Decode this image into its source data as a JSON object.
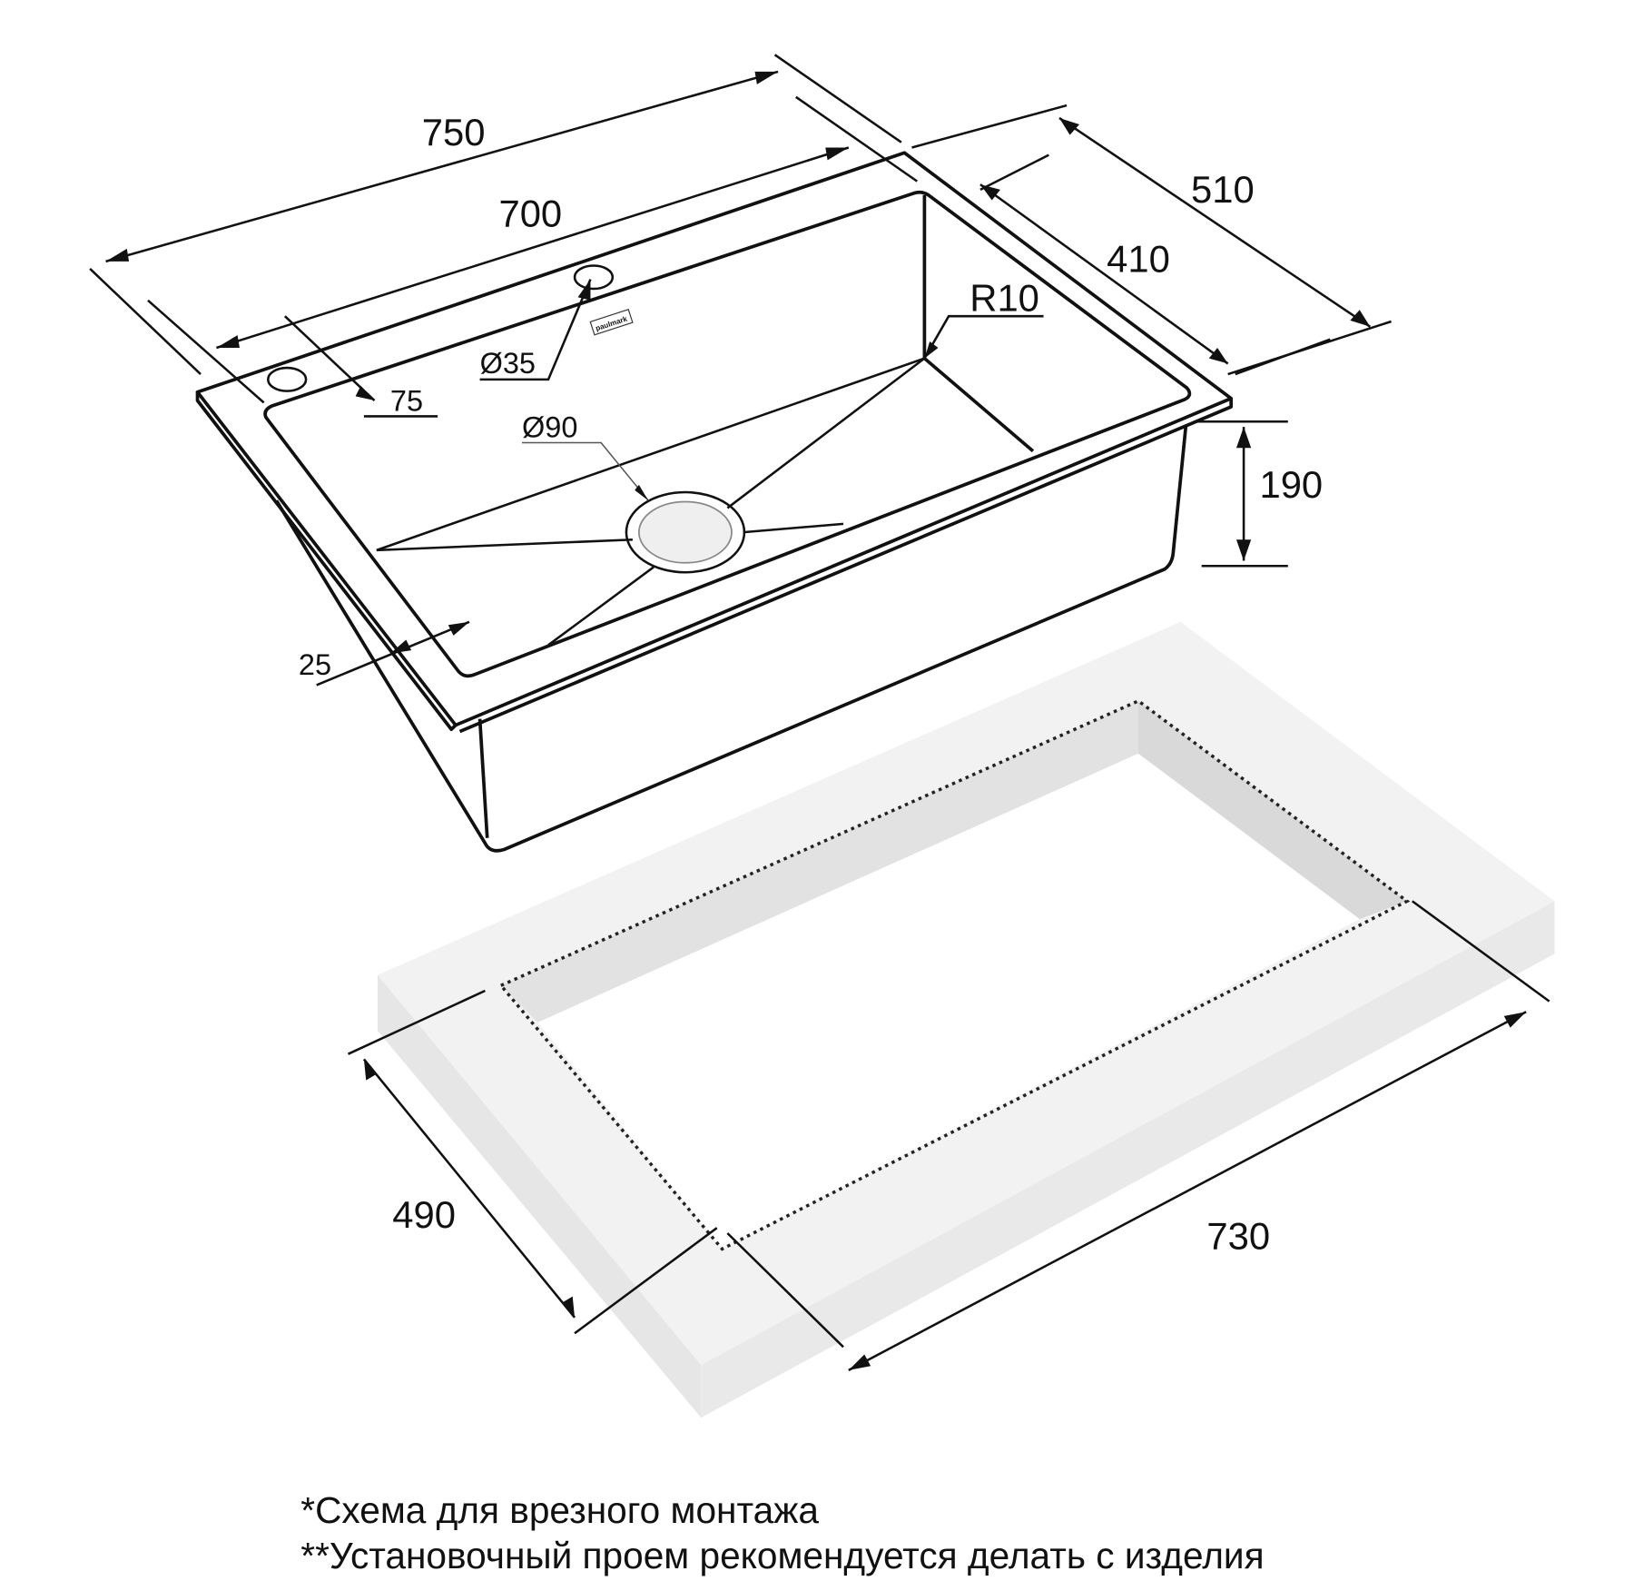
{
  "diagram": {
    "title": "Sink dimension drawing",
    "logo_text": "paulmark",
    "dimensions": {
      "overall_length": "750",
      "bowl_length": "700",
      "overall_width": "510",
      "bowl_width": "410",
      "corner_radius": "R10",
      "depth": "190",
      "tap_hole": "Ø35",
      "tap_offset": "75",
      "drain": "Ø90",
      "rim": "25",
      "cutout_length": "730",
      "cutout_width": "490"
    },
    "notes": [
      "*Схема для врезного монтажа",
      "**Установочный проем рекомендуется делать с изделия"
    ],
    "colors": {
      "line": "#111111",
      "counter_top": "#f2f2f2",
      "counter_side": "#e3e3e3"
    }
  }
}
